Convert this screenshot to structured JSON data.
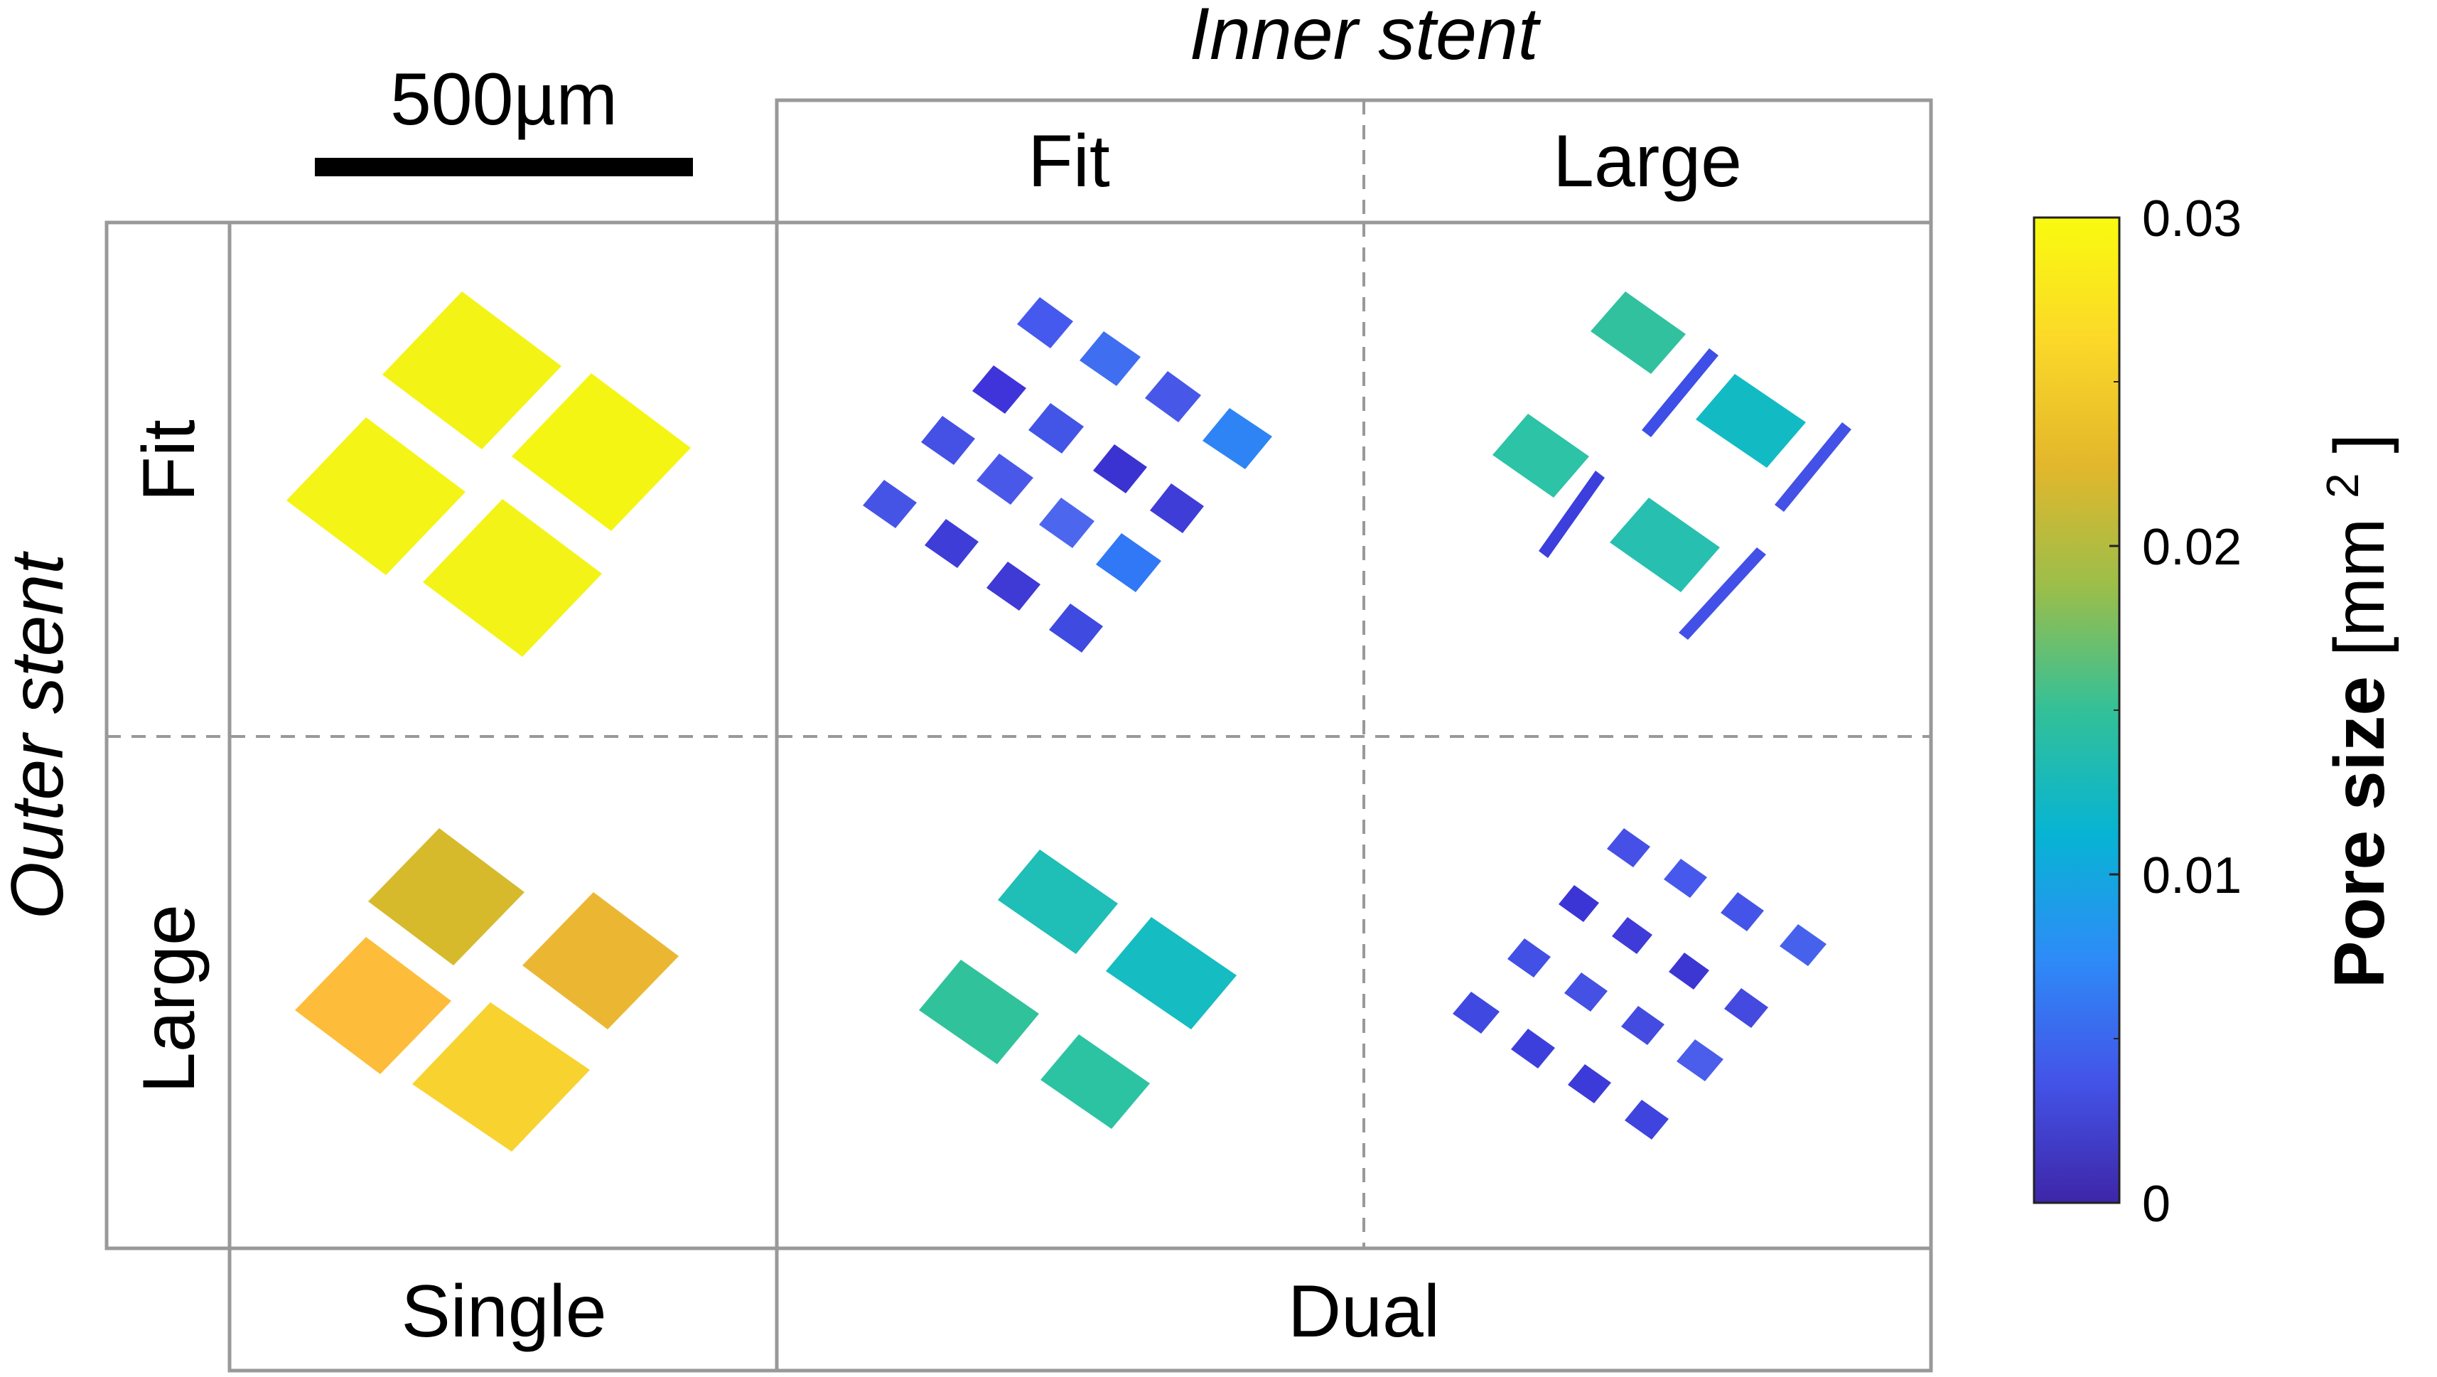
{
  "scale_bar": {
    "label": "500µm"
  },
  "inner_stent": {
    "title": "Inner stent",
    "columns": [
      "Fit",
      "Large"
    ]
  },
  "outer_stent": {
    "title": "Outer stent",
    "rows": [
      "Fit",
      "Large"
    ]
  },
  "bottom_labels": {
    "single": "Single",
    "dual": "Dual"
  },
  "colorbar": {
    "label_bold": "Pore size",
    "label_unit": "[mm",
    "label_sup": "2",
    "label_close": "]",
    "ticks": [
      "0",
      "0.01",
      "0.02",
      "0.03"
    ],
    "range": [
      0,
      0.03
    ],
    "colormap": [
      "#3e26a8",
      "#4354e9",
      "#2d8cf7",
      "#07b4d3",
      "#33c098",
      "#9bbe4a",
      "#e3b72b",
      "#fbd829",
      "#f9fb0e"
    ]
  },
  "colors": {
    "grid_line": "#999999",
    "scale_bar": "#000000"
  }
}
